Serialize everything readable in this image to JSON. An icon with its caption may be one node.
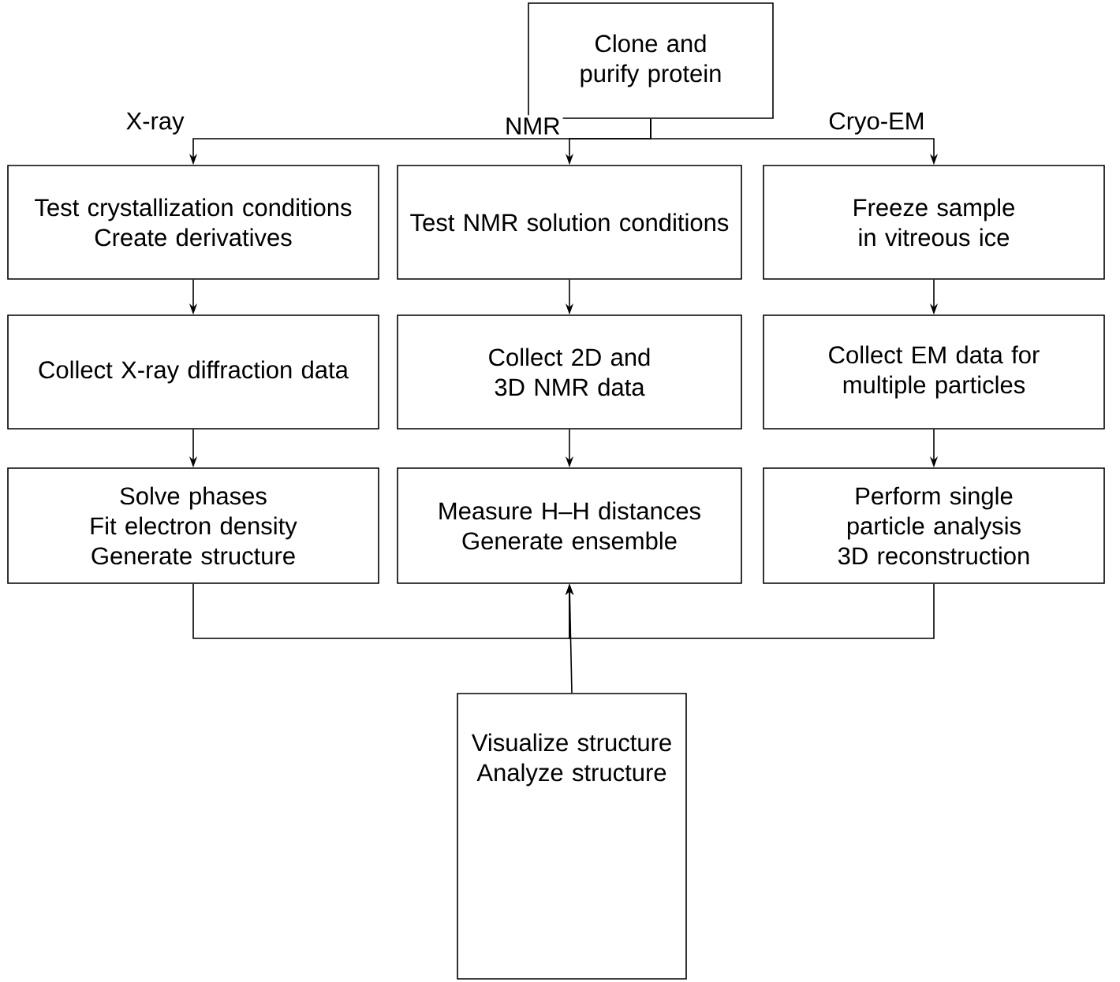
{
  "diagram": {
    "nodes": [
      {
        "text": [
          "Clone and purify protein"
        ]
      },
      {
        "text": [
          "Test crystallization conditions",
          "Create derivatives"
        ]
      },
      {
        "text": [
          "Test NMR solution conditions"
        ]
      },
      {
        "text": [
          "Freeze sample in vitreous ice"
        ]
      },
      {
        "text": [
          "Collect X-ray diffraction data"
        ]
      },
      {
        "text": [
          "Collect 2D and 3D NMR data"
        ]
      },
      {
        "text": [
          "Collect EM data for multiple particles"
        ]
      },
      {
        "text": [
          "Solve phases",
          "Fit electron density",
          "Generate structure"
        ]
      },
      {
        "text": [
          "Measure H–H distances",
          "Generate ensemble"
        ]
      },
      {
        "text": [
          "Perform single particle analysis",
          "3D reconstruction"
        ]
      },
      {
        "text": [
          "Visualize structure",
          "Analyze structure"
        ]
      }
    ],
    "edges": [
      {
        "from": 0,
        "to": 1,
        "arrow": "to",
        "label": "X-ray"
      },
      {
        "from": 0,
        "to": 2,
        "arrow": "to",
        "label": "NMR"
      },
      {
        "from": 0,
        "to": 3,
        "arrow": "to",
        "label": "Cryo-EM"
      },
      {
        "from": 1,
        "to": 4,
        "arrow": "to"
      },
      {
        "from": 2,
        "to": 5,
        "arrow": "to"
      },
      {
        "from": 3,
        "to": 6,
        "arrow": "to"
      },
      {
        "from": 4,
        "to": 7,
        "arrow": "to"
      },
      {
        "from": 5,
        "to": 8,
        "arrow": "to"
      },
      {
        "from": 6,
        "to": 9,
        "arrow": "to"
      },
      {
        "from": 7,
        "to": 8,
        "arrow": "to"
      },
      {
        "from": 9,
        "to": 8,
        "arrow": "to"
      },
      {
        "from": 10,
        "to": 8,
        "arrow": "to"
      }
    ]
  }
}
